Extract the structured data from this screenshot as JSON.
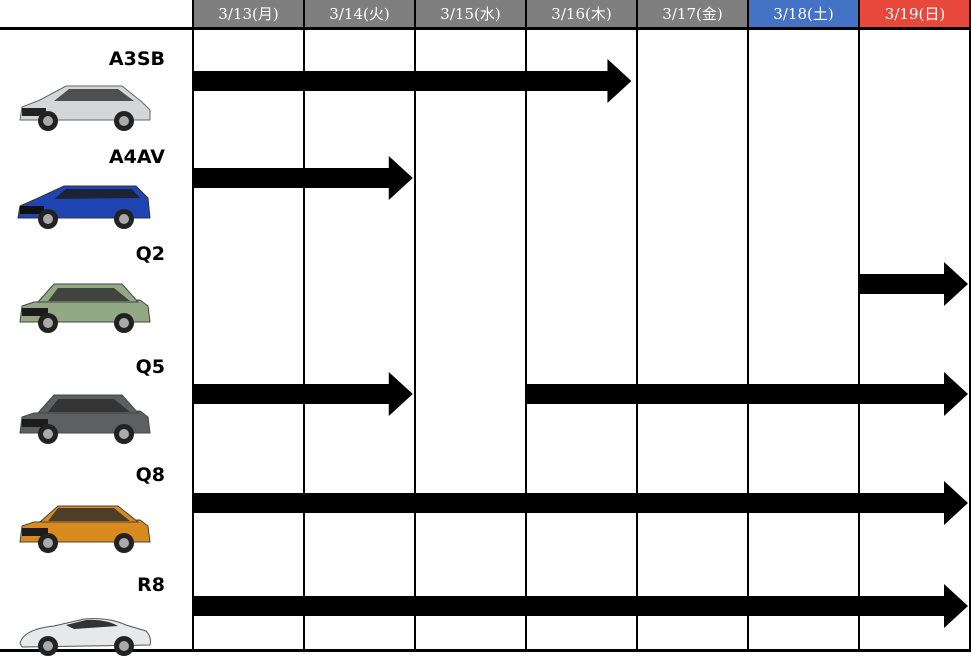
{
  "schedule": {
    "days": [
      {
        "label": "3/13(月)",
        "color": "#7f7f7f"
      },
      {
        "label": "3/14(火)",
        "color": "#7f7f7f"
      },
      {
        "label": "3/15(水)",
        "color": "#7f7f7f"
      },
      {
        "label": "3/16(木)",
        "color": "#7f7f7f"
      },
      {
        "label": "3/17(金)",
        "color": "#7f7f7f"
      },
      {
        "label": "3/18(土)",
        "color": "#4472c4"
      },
      {
        "label": "3/19(日)",
        "color": "#e8473b"
      }
    ],
    "cars": [
      {
        "name": "A3SB",
        "body_color": "#d4d6d8",
        "type": "hatch",
        "bookings": [
          {
            "start": 0,
            "end": 3.95
          }
        ]
      },
      {
        "name": "A4AV",
        "body_color": "#1f45b5",
        "type": "wagon",
        "bookings": [
          {
            "start": 0,
            "end": 1.98
          }
        ]
      },
      {
        "name": "Q2",
        "body_color": "#93a884",
        "type": "suv",
        "bookings": [
          {
            "start": 6,
            "end": 7
          }
        ]
      },
      {
        "name": "Q5",
        "body_color": "#5e5f60",
        "type": "suv",
        "bookings": [
          {
            "start": 0,
            "end": 1.98
          },
          {
            "start": 3,
            "end": 7
          }
        ]
      },
      {
        "name": "Q8",
        "body_color": "#d98a1f",
        "type": "coupe-suv",
        "bookings": [
          {
            "start": 0,
            "end": 7
          }
        ]
      },
      {
        "name": "R8",
        "body_color": "#e6e8ea",
        "type": "sports",
        "bookings": [
          {
            "start": 0,
            "end": 7
          }
        ]
      }
    ]
  }
}
